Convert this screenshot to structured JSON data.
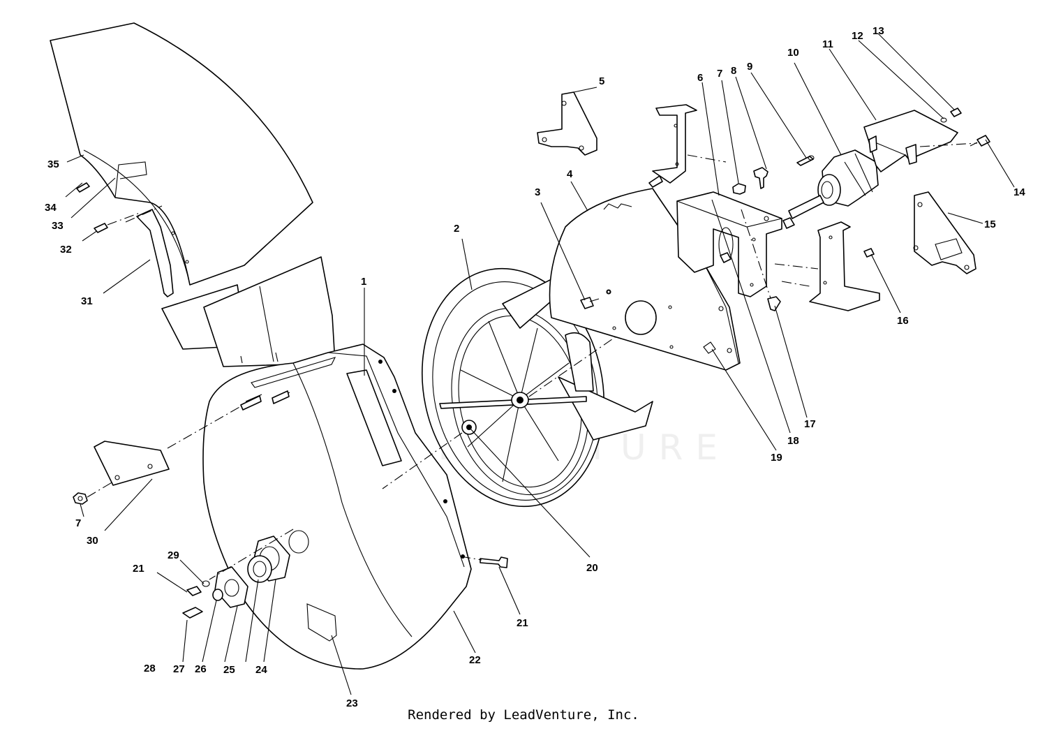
{
  "footer_text": "Rendered by LeadVenture, Inc.",
  "watermark_text": "LEADVENTURE",
  "callouts": {
    "c1": "1",
    "c2": "2",
    "c3": "3",
    "c4": "4",
    "c5": "5",
    "c6": "6",
    "c7a": "7",
    "c7b": "7",
    "c8": "8",
    "c9": "9",
    "c10": "10",
    "c11": "11",
    "c12": "12",
    "c13": "13",
    "c14": "14",
    "c15": "15",
    "c16": "16",
    "c17": "17",
    "c18": "18",
    "c19": "19",
    "c20": "20",
    "c21a": "21",
    "c21b": "21",
    "c22": "22",
    "c23": "23",
    "c24": "24",
    "c25": "25",
    "c26": "26",
    "c27": "27",
    "c28": "28",
    "c29": "29",
    "c30": "30",
    "c31": "31",
    "c32": "32",
    "c33": "33",
    "c34": "34",
    "c35": "35"
  }
}
